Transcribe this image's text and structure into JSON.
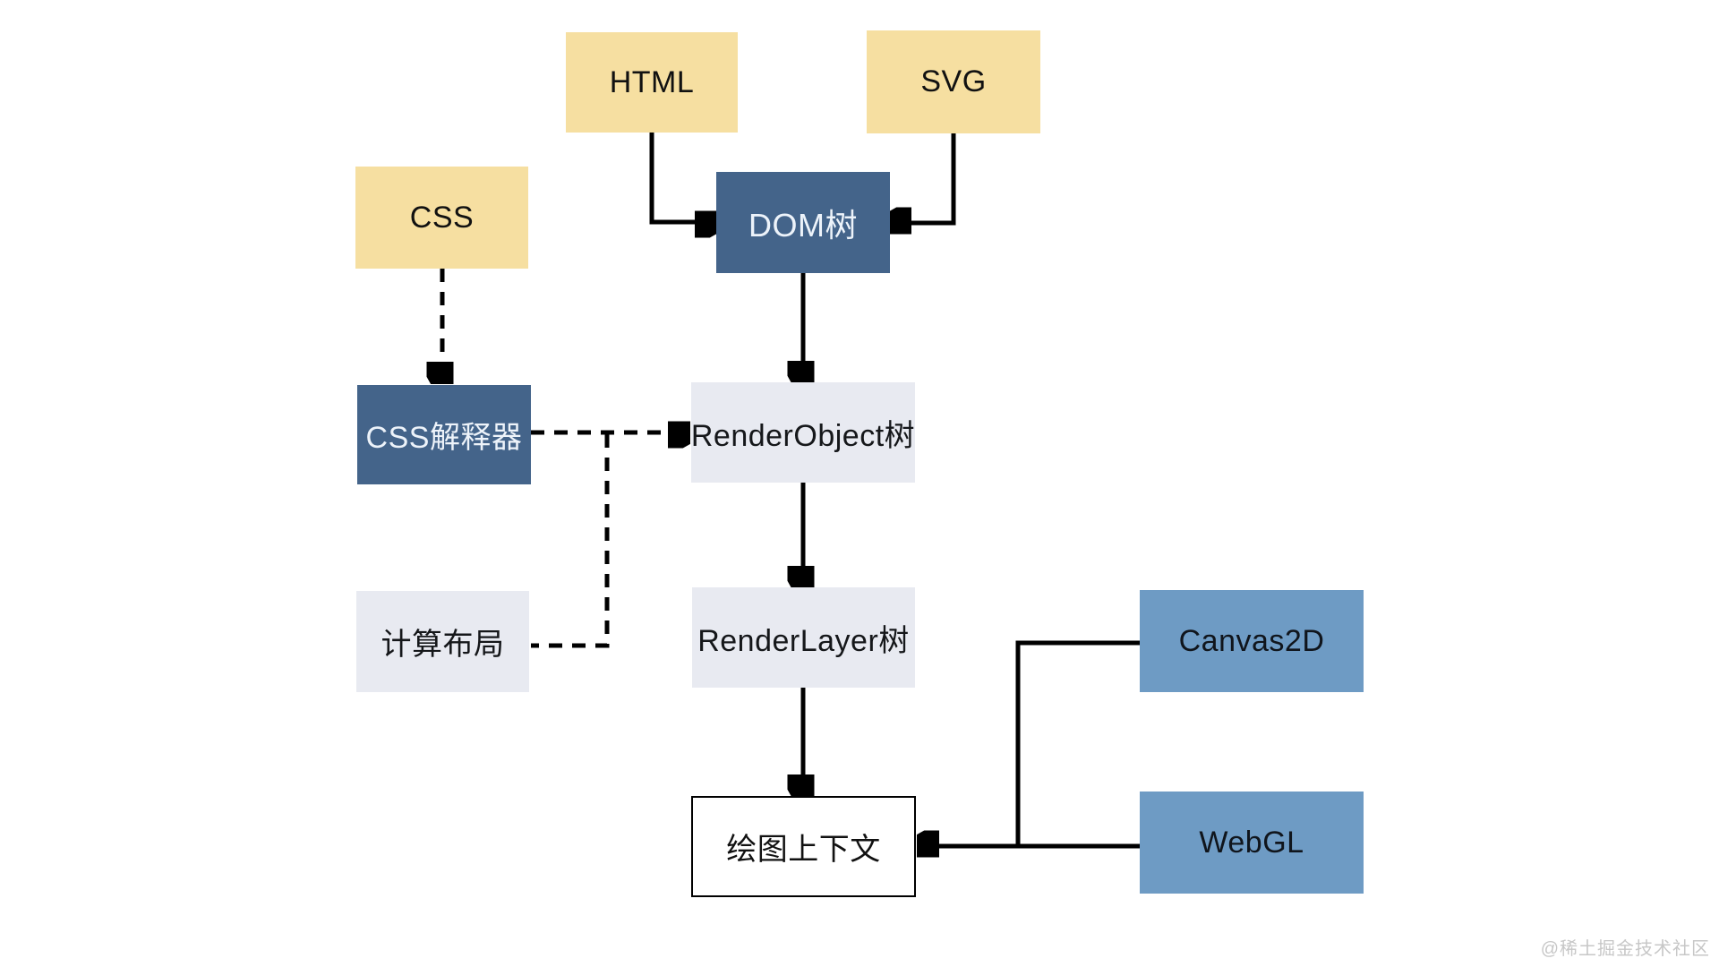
{
  "diagram": {
    "nodes": {
      "html": {
        "label": "HTML"
      },
      "svg": {
        "label": "SVG"
      },
      "css": {
        "label": "CSS"
      },
      "dom_tree": {
        "label": "DOM树"
      },
      "css_parser": {
        "label": "CSS解释器"
      },
      "render_object": {
        "label": "RenderObject树"
      },
      "layout": {
        "label": "计算布局"
      },
      "render_layer": {
        "label": "RenderLayer树"
      },
      "canvas2d": {
        "label": "Canvas2D"
      },
      "drawing_ctx": {
        "label": "绘图上下文"
      },
      "webgl": {
        "label": "WebGL"
      }
    },
    "colors": {
      "source_box": "#F6DFA1",
      "source_box_text": "#111111",
      "engine_box": "#44648A",
      "engine_box_text": "#EDF3FA",
      "tree_box": "#E8EAF1",
      "tree_box_text": "#15171A",
      "api_box": "#6E9BC4",
      "api_box_text": "#10151C",
      "context_box_bg": "#FFFFFF",
      "context_box_border": "#000000",
      "connector": "#000000",
      "bg": "#FFFFFF",
      "watermark": "#C7C7C7"
    }
  },
  "watermark": {
    "text": "@稀土掘金技术社区"
  }
}
